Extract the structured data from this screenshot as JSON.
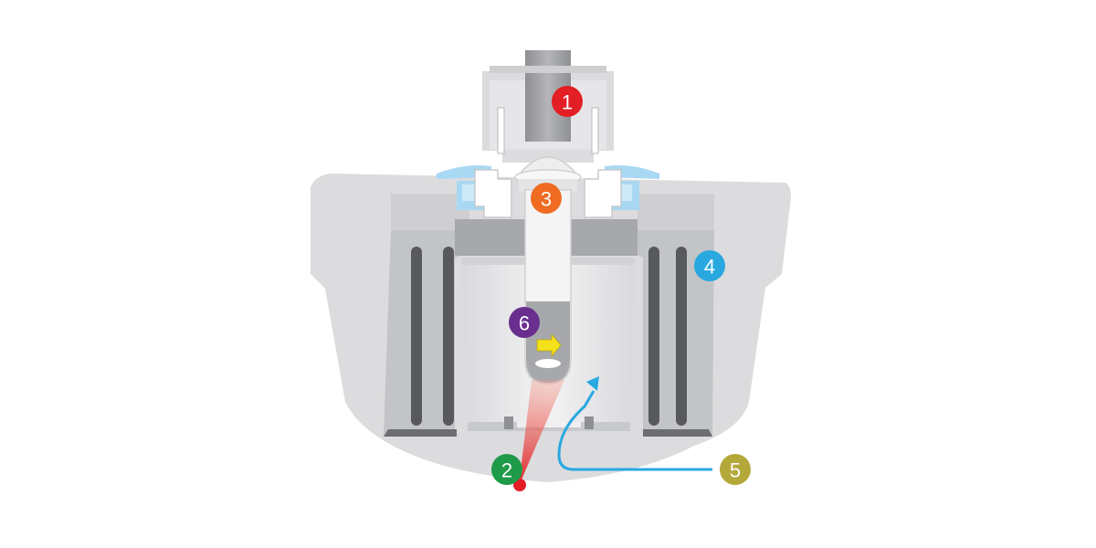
{
  "diagram": {
    "callouts": [
      {
        "id": "1",
        "label": "1",
        "color": "#e31e24"
      },
      {
        "id": "2",
        "label": "2",
        "color": "#1f9a48"
      },
      {
        "id": "3",
        "label": "3",
        "color": "#ef6c22"
      },
      {
        "id": "4",
        "label": "4",
        "color": "#29a8e0"
      },
      {
        "id": "5",
        "label": "5",
        "color": "#b5a83a"
      },
      {
        "id": "6",
        "label": "6",
        "color": "#6a2f8e"
      }
    ],
    "colors": {
      "housing": "#dcdcde",
      "housing_dark": "#bcbdc0",
      "pillar": "#c9c9cc",
      "pillar_slot": "#58595b",
      "cup_inner": "#ebebed",
      "tube": "#f2f2f3",
      "glass": "#a9d8f2",
      "airflow_arrow": "#29a8e0",
      "laser": "#e31e24",
      "motion_arrow": "#f4e11b"
    }
  }
}
